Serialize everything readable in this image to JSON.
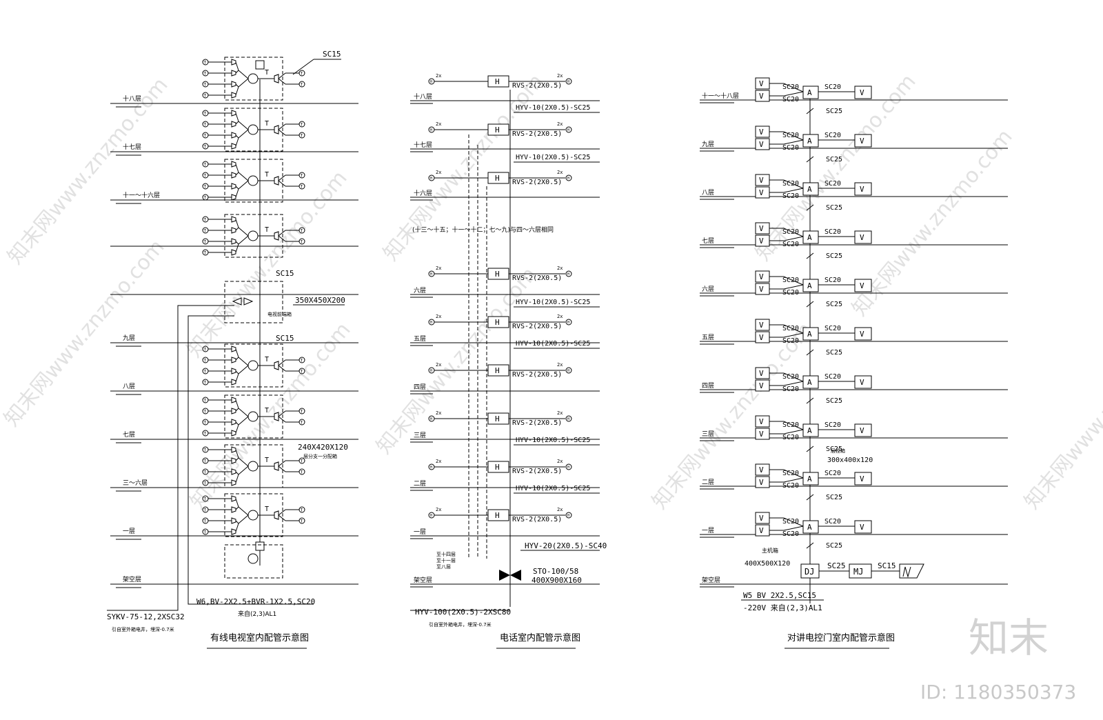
{
  "tv": {
    "title": "有线电视室内配管示意图",
    "floors": [
      {
        "key": "f18",
        "label": "十八层"
      },
      {
        "key": "f17",
        "label": "十七层"
      },
      {
        "key": "f1116",
        "label": "十一～十六层"
      },
      {
        "key": "f10",
        "label": ""
      },
      {
        "key": "box",
        "label": ""
      },
      {
        "key": "f9",
        "label": "九层"
      },
      {
        "key": "f8",
        "label": "八层"
      },
      {
        "key": "f7",
        "label": "七层"
      },
      {
        "key": "f36",
        "label": "三～六层"
      },
      {
        "key": "f1",
        "label": "一层"
      },
      {
        "key": "fk",
        "label": "架空层"
      }
    ],
    "sc15_top": "SC15",
    "sc15_mid": "SC15",
    "sc15_low": "SC15",
    "box_size": "350X450X200",
    "box_name": "电视前端箱",
    "branch_size": "240X420X120",
    "branch_name": "层分支一分配箱",
    "feed_cable": "W6,BV-2X2.5+BVR-1X2.5,SC20",
    "feed_from": "来自(2,3)AL1",
    "incoming": "SYKV-75-12,2XSC32",
    "incoming_note": "引自室外箱电井，埋深-0.7米",
    "outlet": "T",
    "splitter": "T"
  },
  "phone": {
    "title": "电话室内配管示意图",
    "floors": [
      "十八层",
      "十七层",
      "十六层",
      "六层",
      "五层",
      "四层",
      "三层",
      "二层",
      "一层",
      "架空层"
    ],
    "note": "(十三～十五；十一～十二；七～九)与四～六层相同",
    "rvs": "RVS-2(2X0.5)",
    "hyv": "HYV-10(2X0.5)-SC25",
    "hyv20": "HYV-20(2X0.5)-SC40",
    "two_x": "2x",
    "h": "H",
    "stb": "STO-100/58",
    "stb_size": "400X900X160",
    "incoming": "HYV-100(2X0.5)-2XSC80",
    "incoming_note": "引自室外箱电井，埋深-0.7米",
    "riser_labels": [
      "至十四层",
      "至十一层",
      "至八层"
    ]
  },
  "intercom": {
    "title": "对讲电控门室内配管示意图",
    "floors": [
      "十一～十八层",
      "九层",
      "八层",
      "七层",
      "六层",
      "五层",
      "四层",
      "三层",
      "二层",
      "一层",
      "架空层"
    ],
    "sc20": "SC20",
    "sc25": "SC25",
    "a": "A",
    "v": "V",
    "layer_box": "层控箱",
    "layer_box_size": "300x400x120",
    "host": "主机箱",
    "host_size": "400X500X120",
    "dj": "DJ",
    "mj": "MJ",
    "sc15": "SC15",
    "feed": "W5 BV 2X2.5,SC15",
    "feed2": "-220V 来自(2,3)AL1"
  },
  "watermarks": [
    "知末网www.znzmo.com"
  ],
  "brand": "知末",
  "id_text": "ID: 1180350373"
}
